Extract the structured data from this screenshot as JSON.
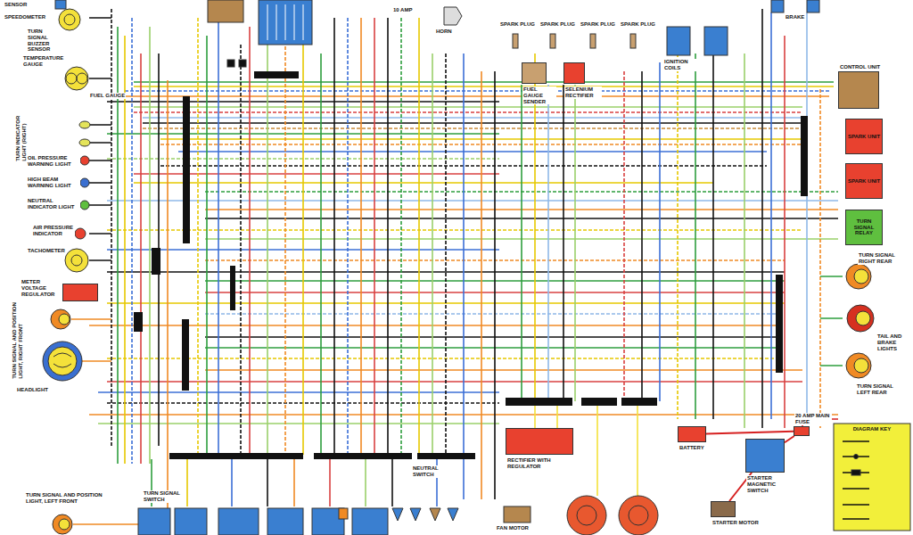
{
  "diagram": {
    "nodes": [
      {
        "text": [
          "CONTROL UNIT"
        ]
      },
      {
        "text": [
          "SPARK UNIT"
        ]
      },
      {
        "text": [
          "SPARK UNIT"
        ]
      },
      {
        "text": [
          "TURN SIGNAL RELAY"
        ]
      },
      {
        "text": [
          "RECTIFIER WITH REGULATOR"
        ]
      },
      {
        "text": [
          "BATTERY"
        ]
      },
      {
        "text": [
          "20 AMP MAIN FUSE"
        ]
      },
      {
        "text": [
          "STARTER MAGNETIC SWITCH"
        ]
      },
      {
        "text": [
          "STARTER MOTOR"
        ]
      },
      {
        "text": [
          "DIAGRAM KEY"
        ]
      },
      {
        "text": [
          "METER VOLTAGE REGULATOR"
        ]
      },
      {
        "text": [
          "FUEL GAUGE SENDER"
        ]
      },
      {
        "text": [
          "SELENIUM RECTIFIER"
        ]
      }
    ],
    "edges": [
      {
        "from": 5,
        "to": 6,
        "arrow": "none"
      },
      {
        "from": 6,
        "to": 7,
        "arrow": "none"
      },
      {
        "from": 7,
        "to": 8,
        "arrow": "none"
      }
    ],
    "labels": [
      "SENSOR",
      "SPEEDOMETER",
      "TURN SIGNAL BUZZER SENSOR",
      "TEMPERATURE GAUGE",
      "FUEL GAUGE",
      "TURN INDICATOR LIGHT (RIGHT)",
      "OIL PRESSURE WARNING LIGHT",
      "HIGH BEAM WARNING LIGHT",
      "NEUTRAL INDICATOR LIGHT",
      "AIR PRESSURE INDICATOR",
      "TACHOMETER",
      "TURN SIGNAL AND POSITION LIGHT, RIGHT FRONT",
      "HEADLIGHT",
      "TURN SIGNAL AND POSITION LIGHT, LEFT FRONT",
      "HORN",
      "SPARK PLUG",
      "SPARK PLUG",
      "SPARK PLUG",
      "SPARK PLUG",
      "IGNITION COILS",
      "BRAKE",
      "TURN SIGNAL RIGHT REAR",
      "TAIL AND BRAKE LIGHTS",
      "TURN SIGNAL LEFT REAR",
      "TURN SIGNAL SWITCH",
      "NEUTRAL SWITCH",
      "FAN MOTOR",
      "10 AMP"
    ]
  }
}
